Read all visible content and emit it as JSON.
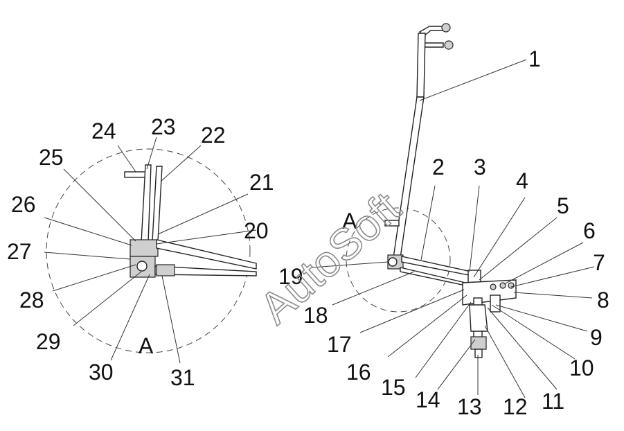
{
  "watermark": "AutoSoft",
  "detail_label": "A",
  "callouts": [
    "1",
    "2",
    "3",
    "4",
    "5",
    "6",
    "7",
    "8",
    "9",
    "10",
    "11",
    "12",
    "13",
    "14",
    "15",
    "16",
    "17",
    "18",
    "19",
    "20",
    "21",
    "22",
    "23",
    "24",
    "25",
    "26",
    "27",
    "28",
    "29",
    "30",
    "31"
  ],
  "colors": {
    "line": "#222222",
    "text": "#111111",
    "watermark": "#8a8a8a"
  }
}
